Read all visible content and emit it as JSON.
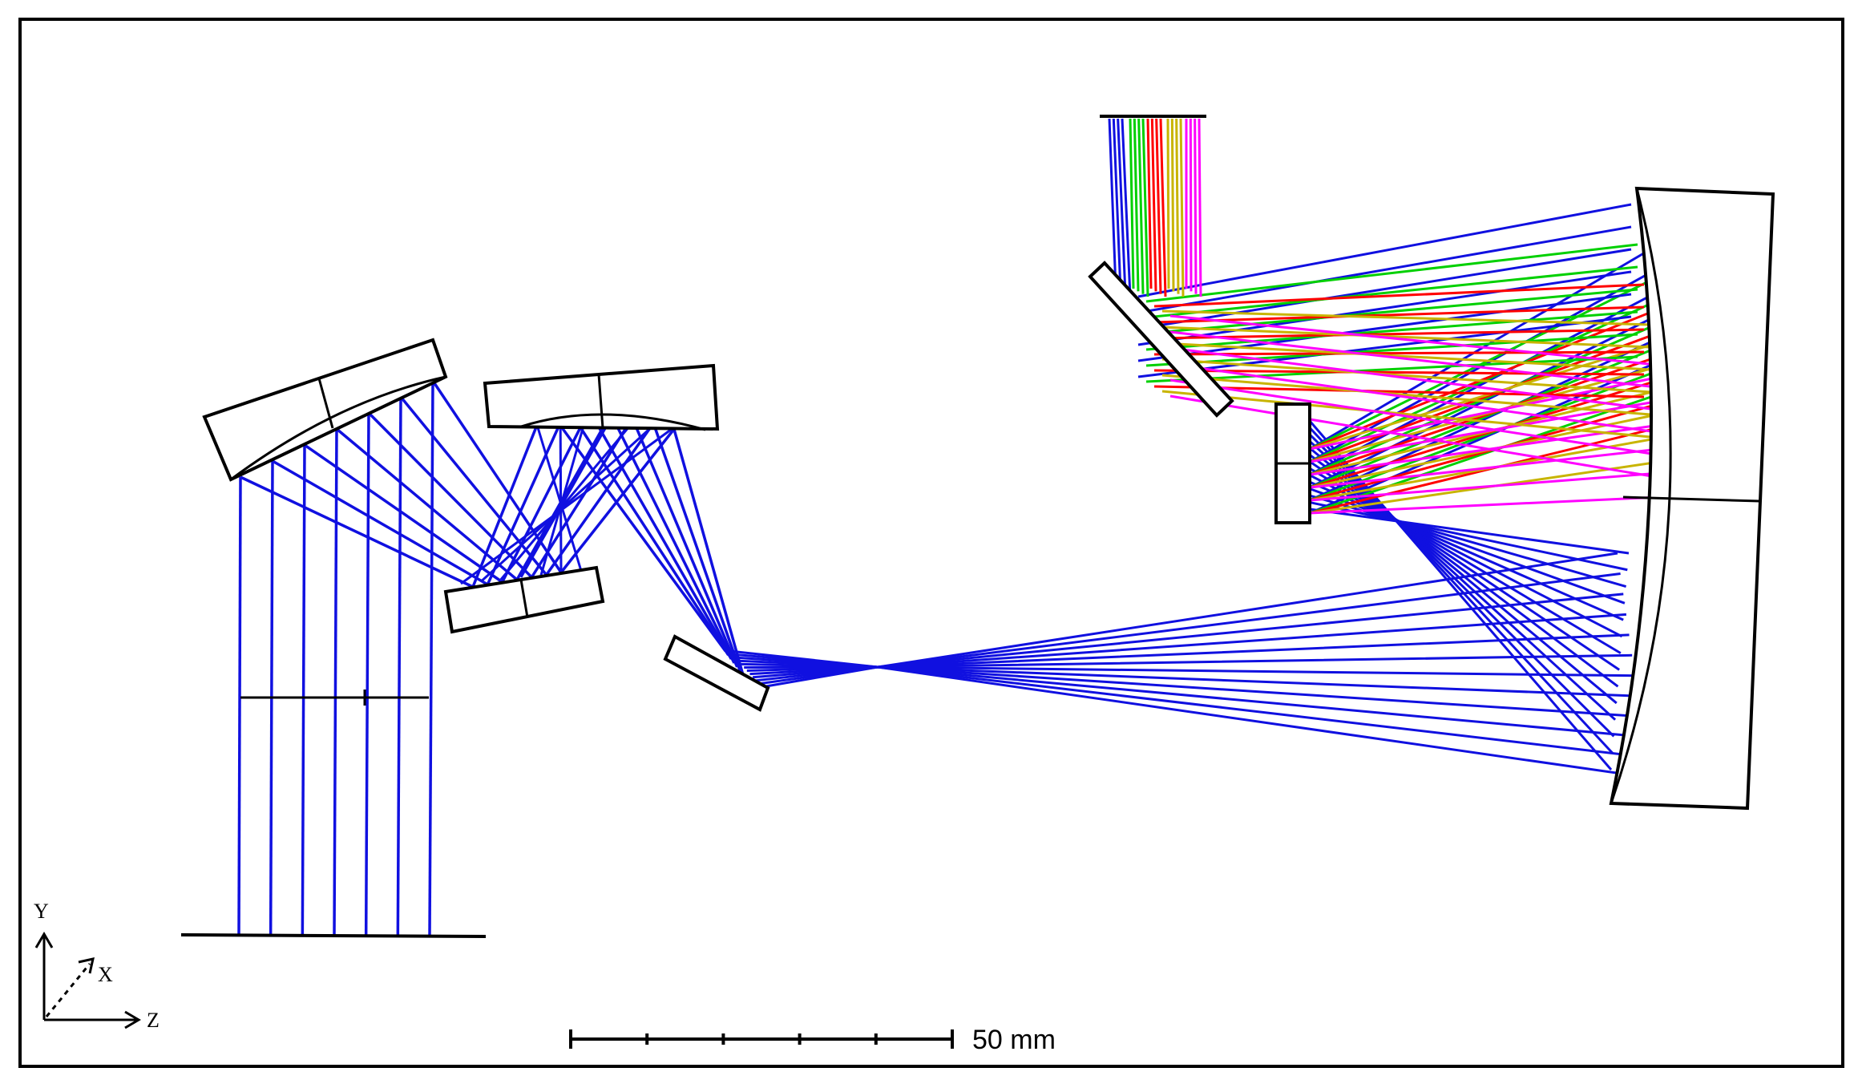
{
  "diagram": {
    "axes": {
      "y_label": "Y",
      "x_label": "X",
      "z_label": "Z"
    },
    "scale_bar": {
      "label": "50 mm",
      "length_mm": 50,
      "divisions": 5
    },
    "colors": {
      "frame": "#000000",
      "element_stroke": "#000000",
      "element_fill": "#ffffff",
      "ray_blue": "#1010e0",
      "ray_green": "#00d000",
      "ray_red": "#ff0000",
      "ray_olive": "#c8b400",
      "ray_magenta": "#ff00ff"
    }
  }
}
